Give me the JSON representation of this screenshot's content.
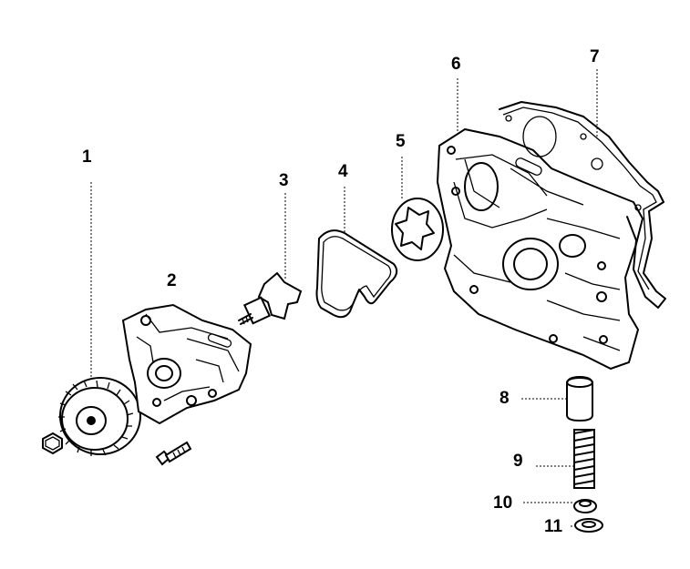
{
  "callouts": [
    "1",
    "2",
    "3",
    "4",
    "5",
    "6",
    "7",
    "8",
    "9",
    "10",
    "11"
  ],
  "parts": [
    {
      "ref": "1",
      "icon": "timing-gear-icon"
    },
    {
      "ref": "2",
      "icon": "pump-housing-icon"
    },
    {
      "ref": "3",
      "icon": "rotor-shaft-icon"
    },
    {
      "ref": "4",
      "icon": "gasket-icon"
    },
    {
      "ref": "5",
      "icon": "outer-rotor-icon"
    },
    {
      "ref": "6",
      "icon": "front-cover-icon"
    },
    {
      "ref": "7",
      "icon": "cover-gasket-icon"
    },
    {
      "ref": "8",
      "icon": "relief-valve-icon"
    },
    {
      "ref": "9",
      "icon": "spring-icon"
    },
    {
      "ref": "10",
      "icon": "retainer-icon"
    },
    {
      "ref": "11",
      "icon": "snap-ring-icon"
    }
  ]
}
